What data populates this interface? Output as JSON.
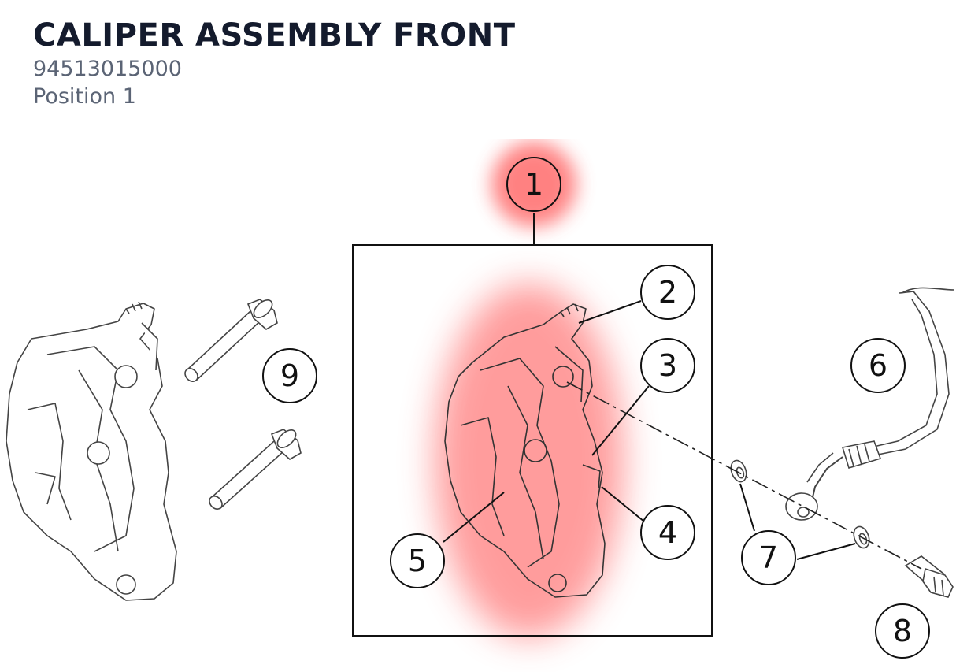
{
  "header": {
    "title": "CALIPER ASSEMBLY FRONT",
    "part_number": "94513015000",
    "position": "Position 1"
  },
  "callouts": [
    "1",
    "2",
    "3",
    "4",
    "5",
    "6",
    "7",
    "8",
    "9"
  ],
  "highlight": {
    "color": "#ff4d4d",
    "selected": "1"
  },
  "line_color": "#111111"
}
